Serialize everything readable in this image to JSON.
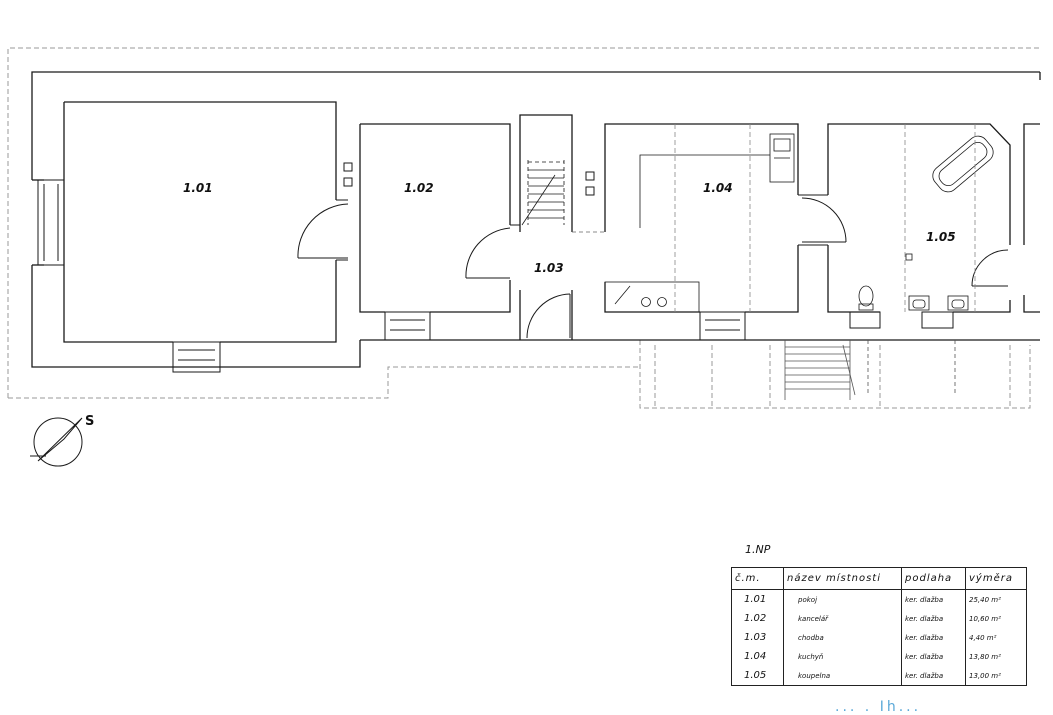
{
  "compass": {
    "label": "S"
  },
  "rooms": [
    {
      "id": "1.01"
    },
    {
      "id": "1.02"
    },
    {
      "id": "1.03"
    },
    {
      "id": "1.04"
    },
    {
      "id": "1.05"
    }
  ],
  "schedule": {
    "floor_title": "1.NP",
    "headers": [
      "č.m.",
      "název místnosti",
      "podlaha",
      "výměra"
    ],
    "rows": [
      {
        "num": "1.01",
        "name": "pokoj",
        "floor": "ker. dlažba",
        "area": "25,40 m²"
      },
      {
        "num": "1.02",
        "name": "kancelář",
        "floor": "ker. dlažba",
        "area": "10,60 m²"
      },
      {
        "num": "1.03",
        "name": "chodba",
        "floor": "ker. dlažba",
        "area": "4,40 m²"
      },
      {
        "num": "1.04",
        "name": "kuchyň",
        "floor": "ker. dlažba",
        "area": "13,80 m²"
      },
      {
        "num": "1.05",
        "name": "koupelna",
        "floor": "ker. dlažba",
        "area": "13,00 m²"
      }
    ]
  },
  "watermark": {
    "text": "... . Ih..."
  }
}
